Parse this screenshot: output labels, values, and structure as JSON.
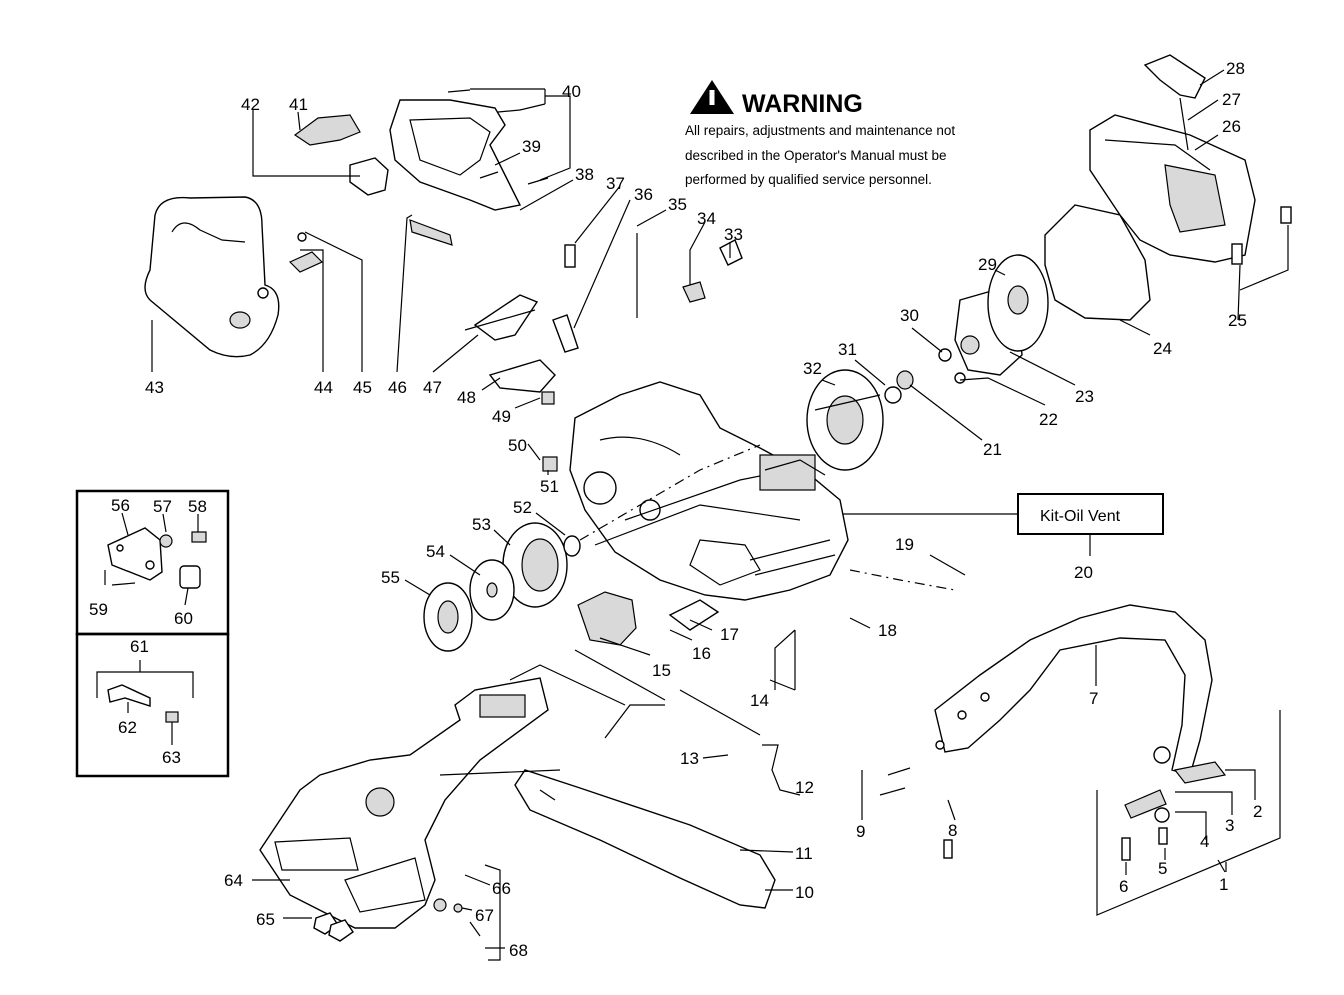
{
  "warning": {
    "title": "WARNING",
    "lines": [
      "All repairs, adjustments and maintenance not",
      "described in the Operator's Manual must be",
      "performed by qualified  service personnel."
    ]
  },
  "kit_label": "Kit-Oil Vent",
  "callouts": [
    "1",
    "2",
    "3",
    "4",
    "5",
    "6",
    "7",
    "8",
    "9",
    "10",
    "11",
    "12",
    "13",
    "14",
    "15",
    "16",
    "17",
    "18",
    "19",
    "20",
    "21",
    "22",
    "23",
    "24",
    "25",
    "26",
    "27",
    "28",
    "29",
    "30",
    "31",
    "32",
    "33",
    "34",
    "35",
    "36",
    "37",
    "38",
    "39",
    "40",
    "41",
    "42",
    "43",
    "44",
    "45",
    "46",
    "47",
    "48",
    "49",
    "50",
    "51",
    "52",
    "53",
    "54",
    "55",
    "56",
    "57",
    "58",
    "59",
    "60",
    "61",
    "62",
    "63",
    "64",
    "65",
    "66",
    "67",
    "68"
  ]
}
